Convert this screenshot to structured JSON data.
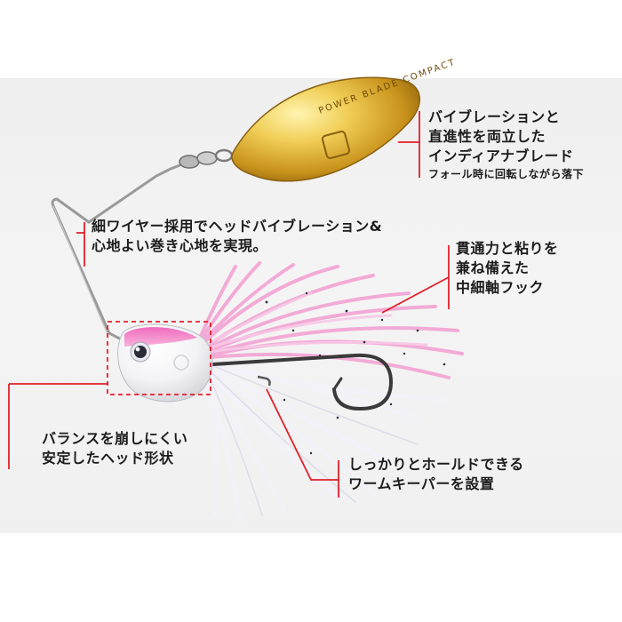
{
  "blade_callout": {
    "lines": [
      "バイブレーションと",
      "直進性を両立した",
      "インディアナブレード"
    ],
    "note": "フォール時に回転しながら落下"
  },
  "wire_callout": {
    "lines": [
      "細ワイヤー採用でヘッドバイブレーション&",
      "心地よい巻き心地を実現。"
    ]
  },
  "hook_callout": {
    "lines": [
      "貫通力と粘りを",
      "兼ね備えた",
      "中細軸フック"
    ]
  },
  "head_callout": {
    "lines": [
      "バランスを崩しにくい",
      "安定したヘッド形状"
    ]
  },
  "keeper_callout": {
    "lines": [
      "しっかりとホールドできる",
      "ワームキーパーを設置"
    ]
  },
  "blade_engraving": "POWER BLADE COMPACT",
  "colors": {
    "callout_line": "#e0202a",
    "blade_gold": "#d9b43a",
    "skirt_pink": "#f4a6d6",
    "skirt_white": "#f7f5fb",
    "head_pink": "#f28cc8"
  }
}
